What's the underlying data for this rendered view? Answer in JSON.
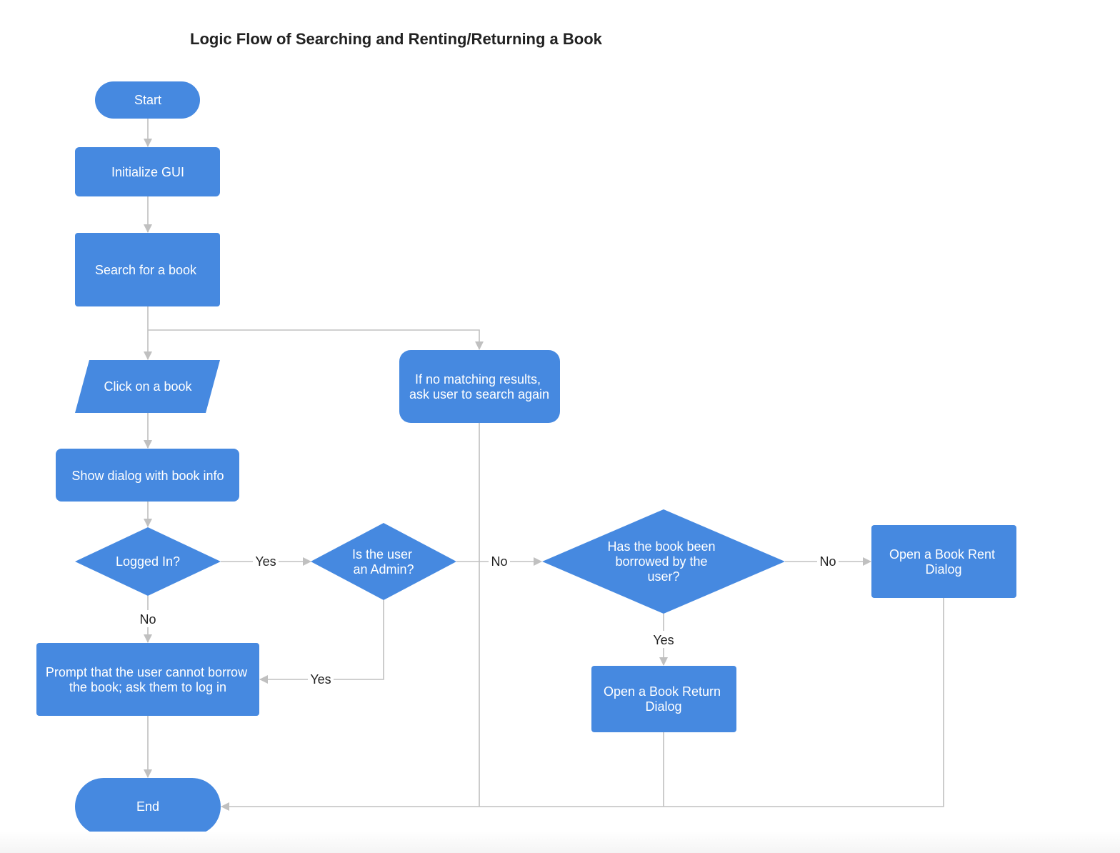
{
  "title": "Logic Flow of Searching and Renting/Returning a Book",
  "colors": {
    "node_fill": "#4689e0",
    "connector": "#c0c0c0",
    "label_text": "#222222"
  },
  "nodes": {
    "start": "Start",
    "init_gui": "Initialize GUI",
    "search": "Search for a book",
    "click_book": "Click on a book",
    "show_dialog": "Show dialog with book info",
    "logged_in": "Logged In?",
    "is_admin": [
      "Is the user",
      "an Admin?"
    ],
    "no_results": [
      "If no matching results,",
      "ask user to search again"
    ],
    "borrowed": [
      "Has the book been",
      "borrowed by the",
      "user?"
    ],
    "rent_dialog": [
      "Open a Book Rent",
      "Dialog"
    ],
    "return_dialog": [
      "Open a Book Return",
      "Dialog"
    ],
    "prompt_login": [
      "Prompt that the user cannot borrow",
      "the book; ask them to log in"
    ],
    "end": "End"
  },
  "edge_labels": {
    "logged_yes": "Yes",
    "logged_no": "No",
    "admin_no": "No",
    "admin_yes": "Yes",
    "borrowed_no": "No",
    "borrowed_yes": "Yes"
  }
}
